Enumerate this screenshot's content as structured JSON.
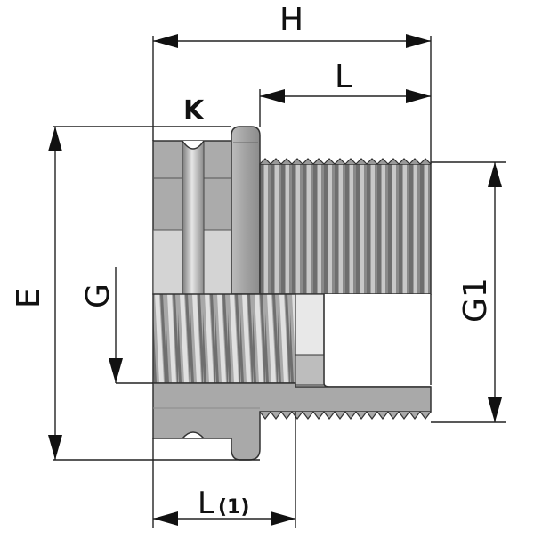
{
  "labels": {
    "H": "H",
    "L": "L",
    "K": "K",
    "E": "E",
    "G": "G",
    "G1": "G1",
    "L1": "L",
    "L1_note": "(1)"
  },
  "colors": {
    "body_gray": "#aeaeae",
    "body_dark": "#8e8e8e",
    "body_light": "#d2d2d2",
    "thread_dark": "#7a7a7a",
    "thread_light": "#c9c9c9",
    "line": "#222222"
  }
}
